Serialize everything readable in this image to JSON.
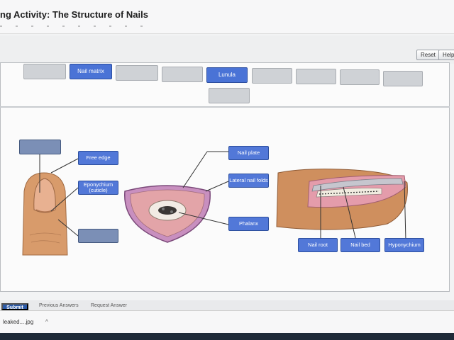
{
  "activity": {
    "title": "ng Activity: The Structure of Nails"
  },
  "toolbar": {
    "reset_label": "Reset",
    "help_label": "Help"
  },
  "word_bank": [
    {
      "label": ""
    },
    {
      "label": "Nail matrix"
    },
    {
      "label": ""
    },
    {
      "label": ""
    },
    {
      "label": "Lunula"
    },
    {
      "label": ""
    },
    {
      "label": ""
    },
    {
      "label": ""
    },
    {
      "label": ""
    },
    {
      "label": ""
    }
  ],
  "labels": {
    "top_left": "",
    "free_edge": "Free edge",
    "eponychium_line1": "Eponychium",
    "eponychium_line2": "(cuticle)",
    "lower_left": "",
    "nail_plate": "Nail plate",
    "lateral_nail_folds": "Lateral nail folds",
    "phalanx": "Phalanx",
    "nail_root": "Nail root",
    "nail_bed": "Nail bed",
    "hyponychium": "Hyponychium"
  },
  "footer": {
    "submit_label": "Submit",
    "previous_answers": "Previous Answers",
    "request_answer": "Request Answer"
  },
  "downloads": {
    "file_name": "leaked....jpg"
  },
  "colors": {
    "accent": "#4a73d6",
    "empty_target": "#7b8fb6",
    "skin": "#d79a6a",
    "pink_tissue": "#e6a0b2"
  }
}
